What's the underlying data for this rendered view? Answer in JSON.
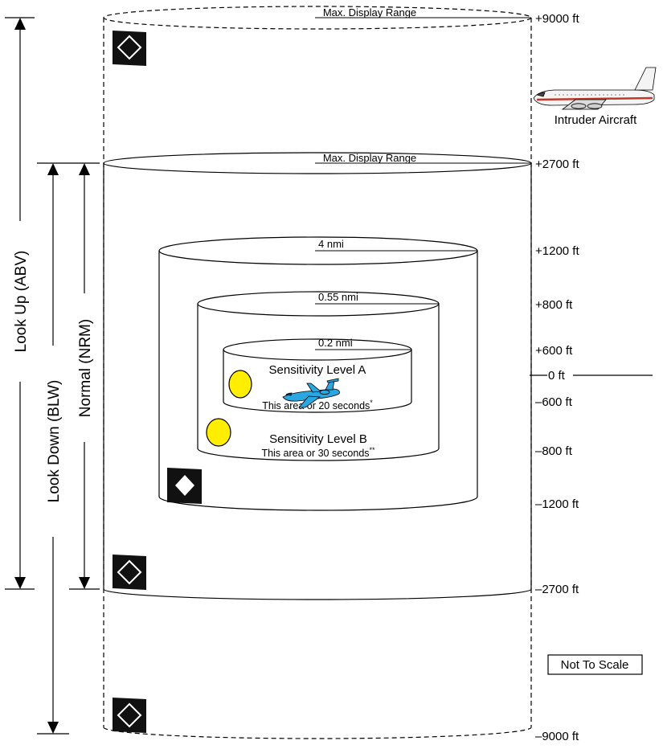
{
  "range_labels": {
    "outer": "Max. Display Range",
    "normal": "Max. Display Range",
    "four_nmi": "4 nmi",
    "mid": "0.55 nmi",
    "inner": "0.2 nmi"
  },
  "altitudes": {
    "p9000": "+9000 ft",
    "p2700": "+2700 ft",
    "p1200": "+1200 ft",
    "p800": "+800 ft",
    "p600": "+600 ft",
    "zero": "0 ft",
    "m600": "–600 ft",
    "m800": "–800 ft",
    "m1200": "–1200 ft",
    "m2700": "–2700 ft",
    "m9000": "–9000 ft"
  },
  "side_labels": {
    "look_up": "Look Up (ABV)",
    "look_down": "Look Down (BLW)",
    "normal": "Normal (NRM)"
  },
  "intruder_label": "Intruder Aircraft",
  "level_a": {
    "title": "Sensitivity Level A",
    "note": "This area or 20 seconds",
    "mark": "*"
  },
  "level_b": {
    "title": "Sensitivity Level B",
    "note": "This area or 30 seconds",
    "mark": "**"
  },
  "scale_note": "Not To Scale",
  "colors": {
    "sensitivity_marker": "#ffee00",
    "own_aircraft": "#2aa6e0",
    "intruder_stripe": "#c0392b"
  }
}
